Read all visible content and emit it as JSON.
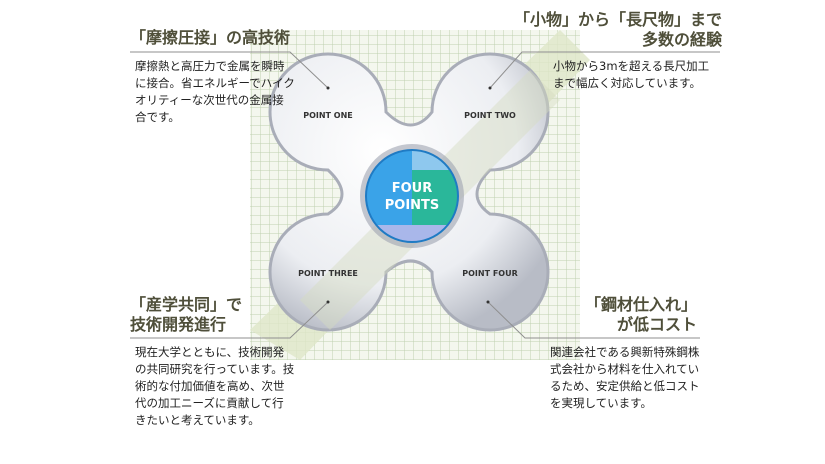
{
  "center": {
    "line1": "FOUR",
    "line2": "POINTS"
  },
  "points": [
    {
      "label": "POINT ONE",
      "heading": [
        "「摩擦圧接」の高技術"
      ],
      "body": "摩擦熱と高圧力で金属を瞬時に接合。省エネルギーでハイクオリティーな次世代の金属接合です。"
    },
    {
      "label": "POINT TWO",
      "heading": [
        "「小物」から「長尺物」まで",
        "多数の経験"
      ],
      "body": "小物から3mを超える長尺加工まで幅広く対応しています。"
    },
    {
      "label": "POINT THREE",
      "heading": [
        "「産学共同」で",
        "技術開発進行"
      ],
      "body": "現在大学とともに、技術開発の共同研究を行っています。技術的な付加価値を高め、次世代の加工ニーズに貢献して行きたいと考えています。"
    },
    {
      "label": "POINT FOUR",
      "heading": [
        "「鋼材仕入れ」",
        "が低コスト"
      ],
      "body": "関連会社である興新特殊鋼株式会社から材料を仕入れているため、安定供給と低コストを実現しています。"
    }
  ],
  "colors": {
    "heading": "#4f4f3a",
    "grid": "#b7c9a8",
    "center_blue": "#3aa3e8",
    "center_teal": "#2ab79a"
  }
}
